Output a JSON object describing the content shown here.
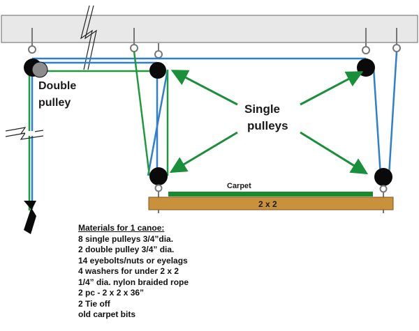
{
  "labels": {
    "double_pulley_line1": "Double",
    "double_pulley_line2": "pulley",
    "single_pulleys_line1": "Single",
    "single_pulleys_line2": "pulleys",
    "carpet": "Carpet",
    "board": "2 x 2"
  },
  "materials": {
    "title": "Materials for 1 canoe:",
    "items": [
      "8 single pulleys 3/4”dia.",
      "2 double pulley 3/4” dia.",
      "14 eyebolts/nuts or eyelags",
      "4 washers for under 2 x 2",
      "1/4” dia. nylon braided rope",
      "2 pc - 2 x 2 x 36”",
      "2 Tie off",
      "old carpet bits"
    ]
  },
  "colors": {
    "ceiling": "#e8e8e8",
    "rope_blue": "#2f7fd0",
    "rope_green": "#1e9a3c",
    "arrow_green": "#1a8f3a",
    "pulley": "#0a0a0a",
    "double_pulley_inner": "#8c8c8c",
    "carpet": "#1b8a2f",
    "board": "#c9913b"
  }
}
